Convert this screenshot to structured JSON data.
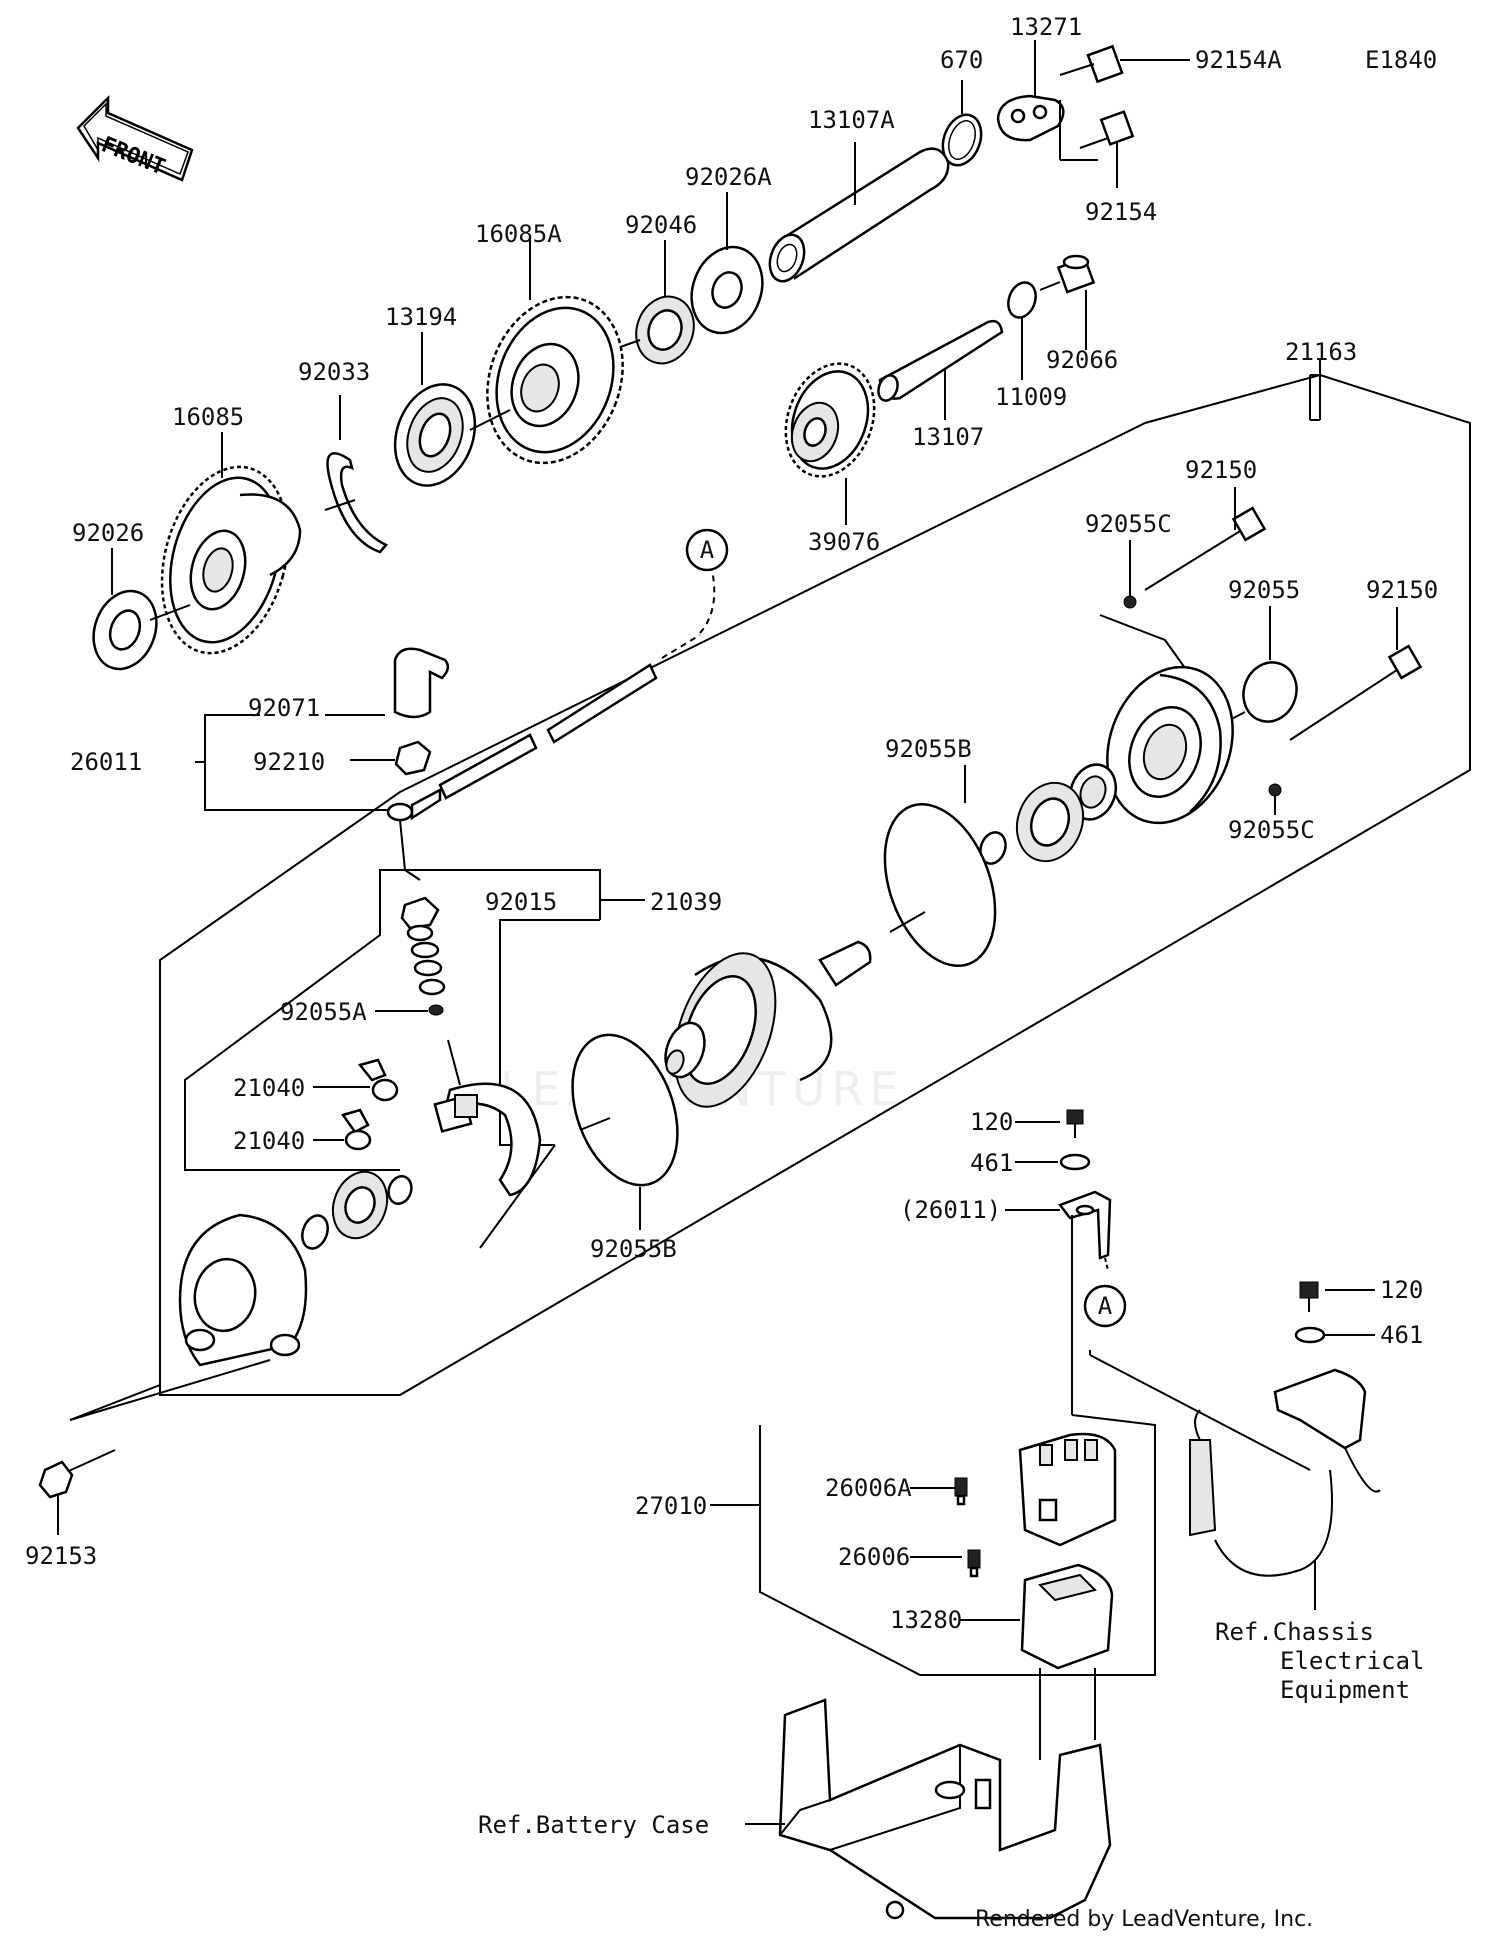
{
  "diagram_code": "E1840",
  "front_label": "FRONT",
  "watermark": "LEADVENTURE",
  "footer": "Rendered by LeadVenture, Inc.",
  "callout_a": "A",
  "labels": {
    "p13271": "13271",
    "p670": "670",
    "p92154A": "92154A",
    "p13107A": "13107A",
    "p92154": "92154",
    "p92026A": "92026A",
    "p92046": "92046",
    "p16085A": "16085A",
    "p13194": "13194",
    "p92033": "92033",
    "p16085": "16085",
    "p92026": "92026",
    "p92066": "92066",
    "p11009": "11009",
    "p13107": "13107",
    "p39076": "39076",
    "p21163": "21163",
    "p92150a": "92150",
    "p92055C_a": "92055C",
    "p92055": "92055",
    "p92150b": "92150",
    "p92055C_b": "92055C",
    "p92071": "92071",
    "p26011": "26011",
    "p92210": "92210",
    "p92055B_a": "92055B",
    "p92015": "92015",
    "p21039": "21039",
    "p92055A": "92055A",
    "p21040a": "21040",
    "p21040b": "21040",
    "p92055B_b": "92055B",
    "p120a": "120",
    "p461a": "461",
    "p26011b": "(26011)",
    "p120b": "120",
    "p461b": "461",
    "p92153": "92153",
    "p26006A": "26006A",
    "p27010": "27010",
    "p26006": "26006",
    "p13280": "13280",
    "ref_chassis_1": "Ref.Chassis",
    "ref_chassis_2": "Electrical",
    "ref_chassis_3": "Equipment",
    "ref_battery": "Ref.Battery Case"
  }
}
